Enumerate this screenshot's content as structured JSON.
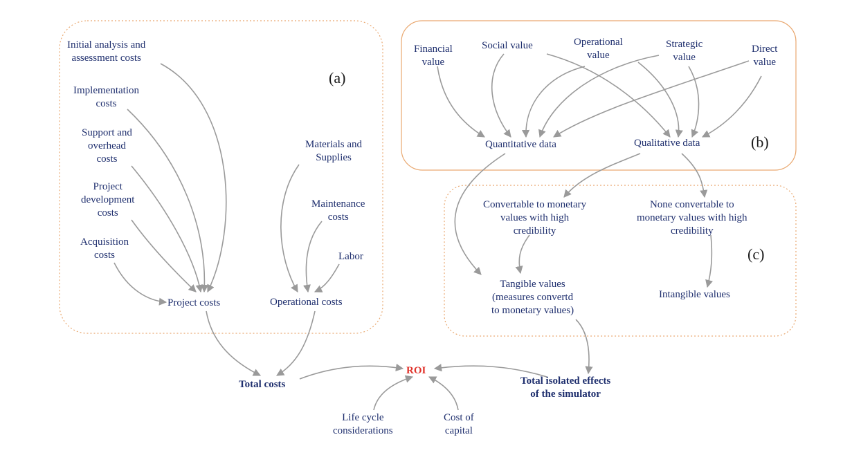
{
  "panels": {
    "a": "(a)",
    "b": "(b)",
    "c": "(c)"
  },
  "panel_a": {
    "initial_analysis": "Initial analysis and\nassessment costs",
    "implementation": "Implementation\ncosts",
    "support_overhead": "Support and\noverhead\ncosts",
    "project_development": "Project\ndevelopment\ncosts",
    "acquisition": "Acquisition\ncosts",
    "project_costs": "Project costs",
    "materials_supplies": "Materials and\nSupplies",
    "maintenance": "Maintenance\ncosts",
    "labor": "Labor",
    "operational_costs": "Operational costs"
  },
  "panel_b": {
    "financial_value": "Financial\nvalue",
    "social_value": "Social value",
    "operational_value": "Operational\nvalue",
    "strategic_value": "Strategic\nvalue",
    "direct_value": "Direct\nvalue",
    "quantitative_data": "Quantitative data",
    "qualitative_data": "Qualitative data"
  },
  "panel_c": {
    "convertable": "Convertable to monetary\nvalues with high\ncredibility",
    "none_convertable": "None convertable to\nmonetary values with high\ncredibility",
    "tangible_values": "Tangible values\n(measures convertd\nto monetary values)",
    "intangible_values": "Intangible values"
  },
  "bottom": {
    "total_costs": "Total costs",
    "roi": "ROI",
    "total_isolated": "Total isolated effects\nof the simulator",
    "life_cycle": "Life cycle\nconsiderations",
    "cost_of_capital": "Cost of\ncapital"
  },
  "colors": {
    "text": "#1f2f6e",
    "roi": "#e0332b",
    "arrow": "#9a9a9a",
    "panel_border": "#e9a870"
  }
}
